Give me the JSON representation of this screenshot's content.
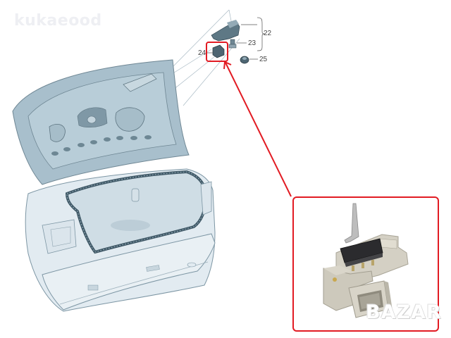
{
  "watermarks": {
    "top_left": "kukaeood",
    "bottom_right": "BAZAR"
  },
  "diagram": {
    "subject": "rear trunk lid exploded parts diagram",
    "callouts": [
      {
        "id": "22",
        "label": "22",
        "note": "bracket group (brace)"
      },
      {
        "id": "23",
        "label": "23"
      },
      {
        "id": "24",
        "label": "24",
        "highlighted": true
      },
      {
        "id": "25",
        "label": "25"
      }
    ],
    "highlight_color": "#e21b23",
    "line_color": "#8fa4b0",
    "lid_fill": "#9fb8c6",
    "body_fill": "#dde7ee"
  },
  "inset_photo": {
    "subject": "trunk lid lock micro switch (part 24)",
    "border_color": "#e21b23",
    "housing_color": "#cfcbbf",
    "switch_color": "#2b2b2e"
  }
}
